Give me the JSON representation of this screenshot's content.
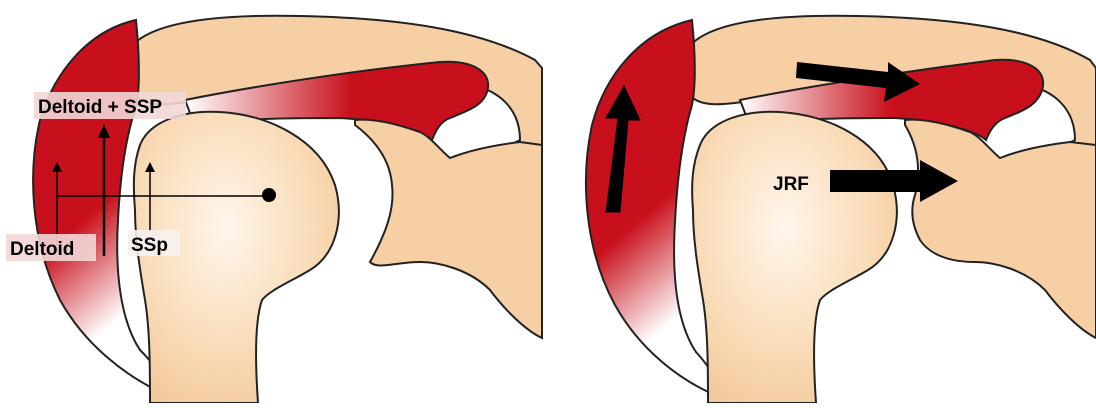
{
  "labels": {
    "deltoid_ssp": "Deltoid + SSP",
    "deltoid": "Deltoid",
    "ssp_lower": "SSp",
    "jrf": "JRF"
  },
  "colors": {
    "muscle_red": "#c8101c",
    "bone": "#f6cfa4",
    "bone_light": "#fff4e8",
    "outline": "#222222",
    "arrow": "#000000",
    "label_box": "#f2d3d3"
  }
}
